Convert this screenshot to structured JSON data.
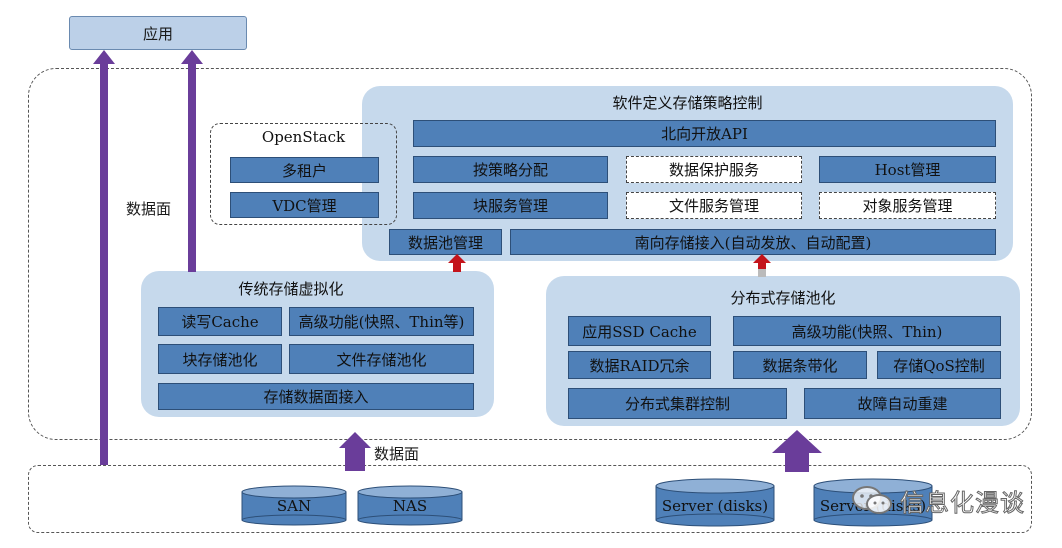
{
  "app_label": "应用",
  "dataplane_label_left": "数据面",
  "dataplane_label_bottom": "数据面",
  "sds_control": {
    "title": "软件定义存储策略控制",
    "northbound_api": "北向开放API",
    "policy_alloc": "按策略分配",
    "data_protection": "数据保护服务",
    "host_mgmt": "Host管理",
    "block_service": "块服务管理",
    "file_service": "文件服务管理",
    "object_service": "对象服务管理",
    "pool_mgmt": "数据池管理",
    "southbound": "南向存储接入(自动发放、自动配置)"
  },
  "openstack": {
    "title": "OpenStack",
    "multi_tenant": "多租户",
    "vdc_mgmt": "VDC管理"
  },
  "traditional": {
    "title": "传统存储虚拟化",
    "rw_cache": "读写Cache",
    "advanced": "高级功能(快照、Thin等)",
    "block_pool": "块存储池化",
    "file_pool": "文件存储池化",
    "dataplane_access": "存储数据面接入"
  },
  "distributed": {
    "title": "分布式存储池化",
    "ssd_cache": "应用SSD Cache",
    "advanced": "高级功能(快照、Thin)",
    "raid": "数据RAID冗余",
    "striping": "数据条带化",
    "qos": "存储QoS控制",
    "cluster_ctrl": "分布式集群控制",
    "auto_rebuild": "故障自动重建"
  },
  "storage": {
    "san": "SAN",
    "nas": "NAS",
    "server1": "Server (disks)",
    "server2": "Server (disks)"
  },
  "watermark": "信息化漫谈",
  "colors": {
    "arrow_purple": "#6a3d9a",
    "arrow_red": "#c4141b",
    "cell_blue": "#4f80b8",
    "panel_blue": "#c6d9ec"
  }
}
